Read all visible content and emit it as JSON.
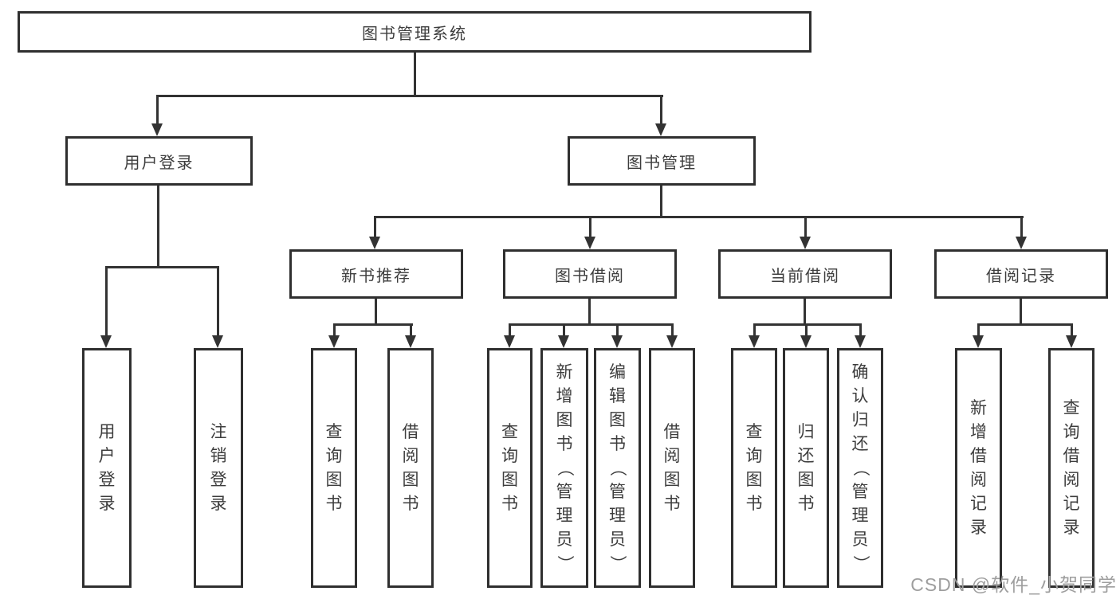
{
  "tree": {
    "root": {
      "label": "图书管理系统"
    },
    "children": [
      {
        "label": "用户登录",
        "children": [
          {
            "label": "用户登录"
          },
          {
            "label": "注销登录"
          }
        ]
      },
      {
        "label": "图书管理",
        "children": [
          {
            "label": "新书推荐",
            "children": [
              {
                "label": "查询图书"
              },
              {
                "label": "借阅图书"
              }
            ]
          },
          {
            "label": "图书借阅",
            "children": [
              {
                "label": "查询图书"
              },
              {
                "label": "新增图书（管理员）"
              },
              {
                "label": "编辑图书（管理员）"
              },
              {
                "label": "借阅图书"
              }
            ]
          },
          {
            "label": "当前借阅",
            "children": [
              {
                "label": "查询图书"
              },
              {
                "label": "归还图书"
              },
              {
                "label": "确认归还（管理员）"
              }
            ]
          },
          {
            "label": "借阅记录",
            "children": [
              {
                "label": "新增借阅记录"
              },
              {
                "label": "查询借阅记录"
              }
            ]
          }
        ]
      }
    ]
  },
  "watermark": {
    "text": "CSDN @软件_小贺同学"
  },
  "colors": {
    "line": "#333333",
    "box_border": "#2f2f2f",
    "text": "#3d3d3d",
    "background": "#ffffff",
    "watermark": "#9e9e9e"
  }
}
